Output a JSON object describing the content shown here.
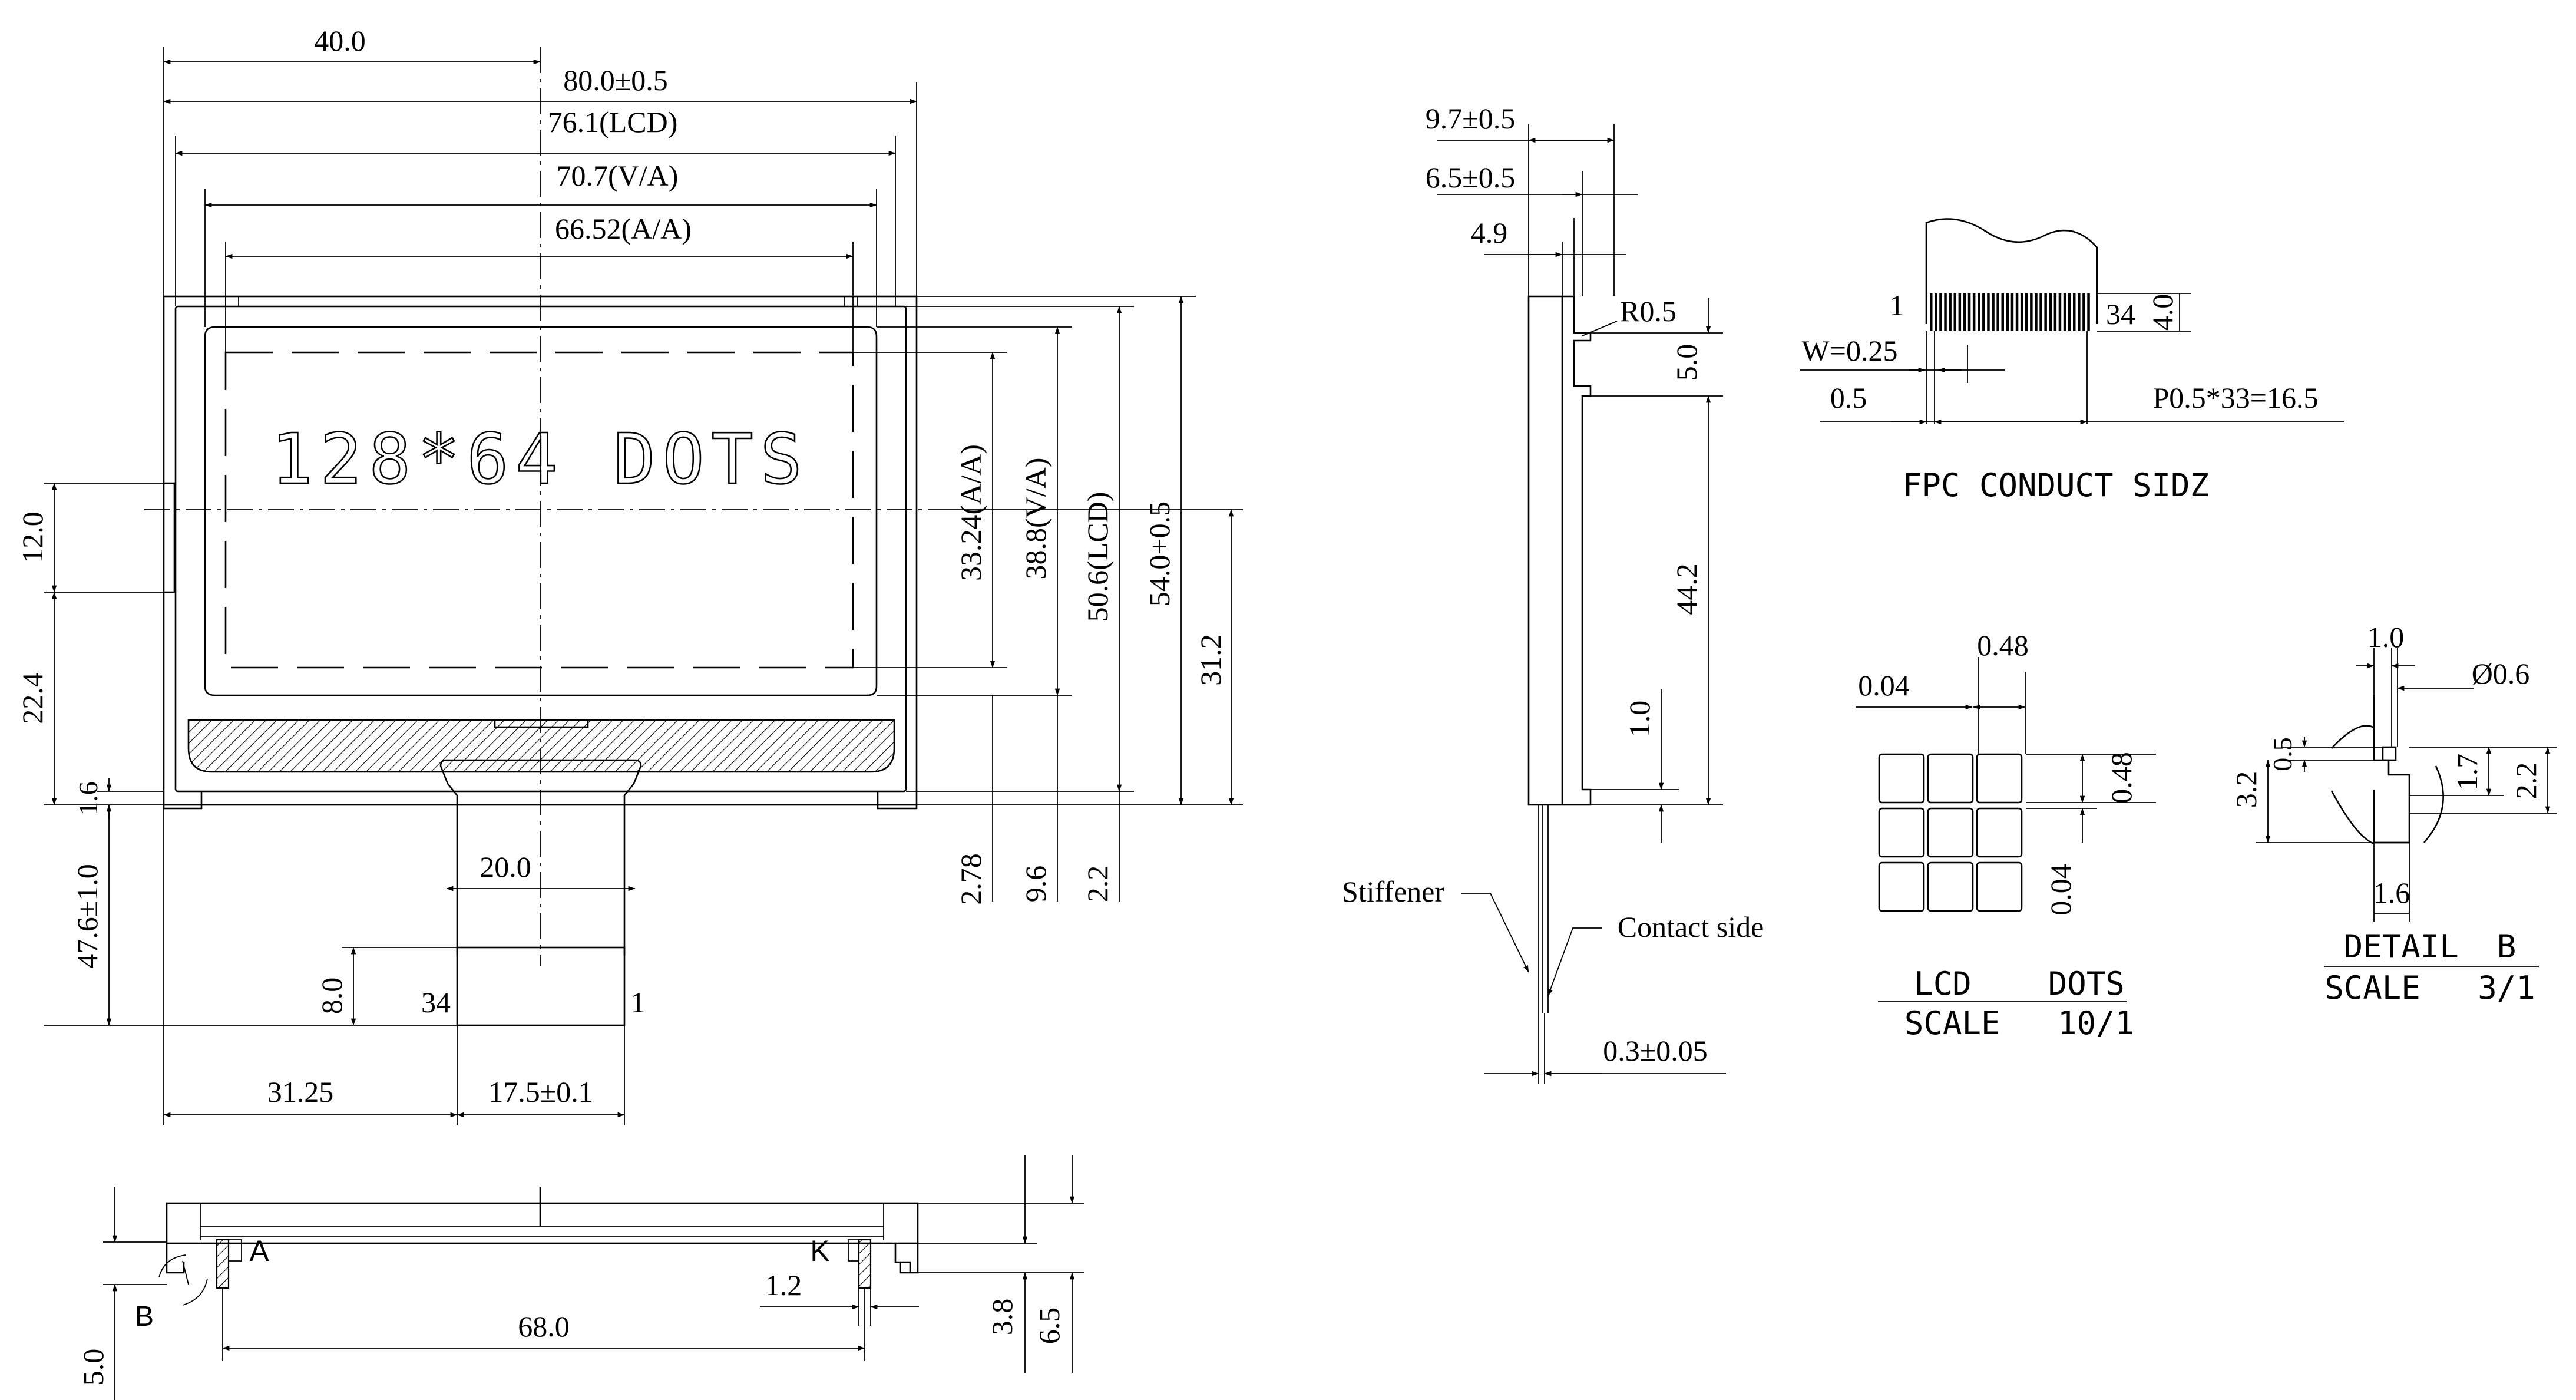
{
  "front_view": {
    "dim_40": "40.0",
    "dim_outline_width": "80.0±0.5",
    "dim_lcd_width": "76.1(LCD)",
    "dim_va_width": "70.7(V/A)",
    "dim_aa_width": "66.52(A/A)",
    "panel_label": "128*64 DOTS",
    "dim_aa_height": "33.24(A/A)",
    "dim_va_height": "38.8(V/A)",
    "dim_lcd_height": "50.6(LCD)",
    "dim_outline_height": "54.0+0.5",
    "dim_31_2": "31.2",
    "dim_12_0": "12.0",
    "dim_22_4": "22.4",
    "dim_1_6": "1.6",
    "dim_2_78": "2.78",
    "dim_9_6": "9.6",
    "dim_2_2": "2.2",
    "dim_fpc_width": "20.0",
    "dim_47_6": "47.6±1.0",
    "dim_8_0": "8.0",
    "pin_34": "34",
    "pin_1": "1",
    "dim_31_25": "31.25",
    "dim_17_5": "17.5±0.1"
  },
  "side_view": {
    "dim_9_7": "9.7±0.5",
    "dim_6_5": "6.5±0.5",
    "dim_4_9": "4.9",
    "r_0_5": "R0.5",
    "dim_5_0": "5.0",
    "dim_44_2": "44.2",
    "dim_1_0": "1.0",
    "stiffener_label": "Stiffener",
    "contact_label": "Contact side",
    "dim_0_3": "0.3±0.05"
  },
  "fpc_detail": {
    "pin_first": "1",
    "pin_last": "34",
    "dim_4_0": "4.0",
    "w_label": "W=0.25",
    "dim_0_5": "0.5",
    "pitch_label": "P0.5*33=16.5",
    "title": "FPC CONDUCT SIDZ"
  },
  "dots_detail": {
    "dim_0_48_top": "0.48",
    "dim_0_04_left": "0.04",
    "dim_0_48_right": "0.48",
    "dim_0_04_right": "0.04",
    "title": "LCD    DOTS",
    "scale": "SCALE   10/1"
  },
  "detail_b": {
    "dim_1_0": "1.0",
    "dim_dia": "Ø0.6",
    "dim_0_5": "0.5",
    "dim_3_2": "3.2",
    "dim_1_7": "1.7",
    "dim_2_2": "2.2",
    "dim_1_6": "1.6",
    "title": "DETAIL  B",
    "scale": "SCALE   3/1"
  },
  "bottom_view": {
    "led_a": "A",
    "led_k": "K",
    "dim_1_2": "1.2",
    "dim_68": "68.0",
    "detail_ref": "B",
    "dim_5_0": "5.0",
    "dim_3_8": "3.8",
    "dim_6_5": "6.5"
  }
}
